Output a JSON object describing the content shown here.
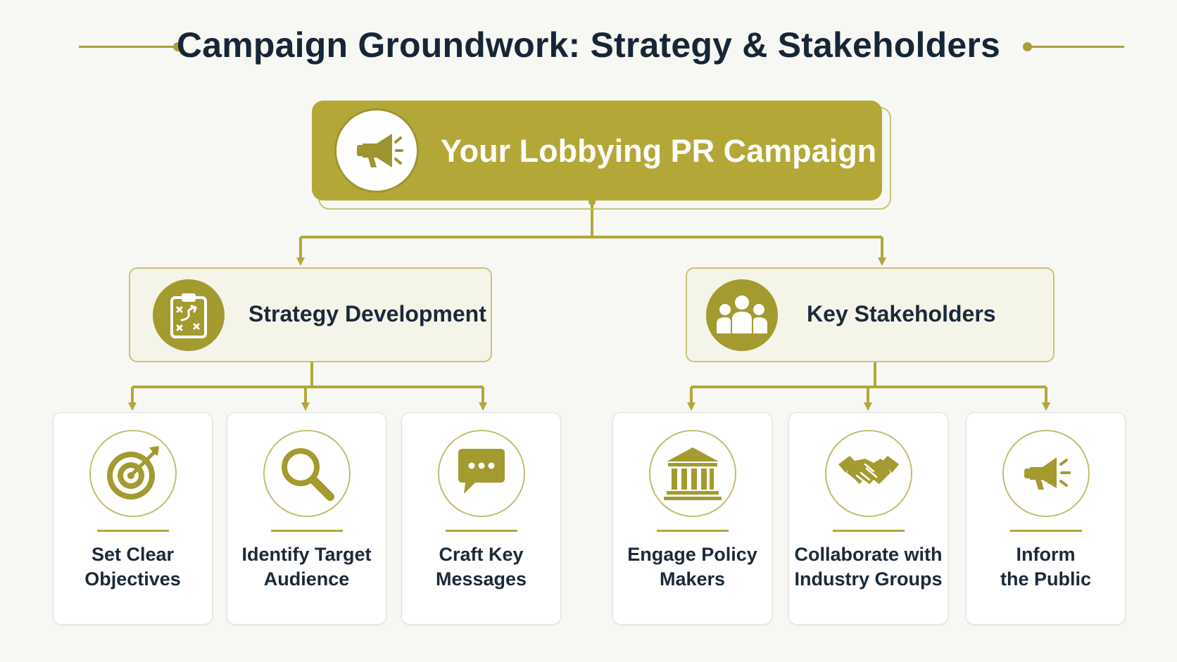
{
  "title": "Campaign Groundwork: Strategy & Stakeholders",
  "colors": {
    "accent": "#b3a837",
    "accent_dark": "#a39a30",
    "text_dark": "#162636",
    "mid_fill": "#f5f4e9",
    "background": "#f7f7f4"
  },
  "root": {
    "label": "Your Lobbying PR Campaign",
    "icon": "megaphone-icon"
  },
  "branches": [
    {
      "label": "Strategy Development",
      "icon": "clipboard-strategy-icon",
      "children": [
        {
          "label": "Set Clear\nObjectives",
          "icon": "target-icon"
        },
        {
          "label": "Identify Target\nAudience",
          "icon": "magnifier-icon"
        },
        {
          "label": "Craft Key\nMessages",
          "icon": "speech-bubble-icon"
        }
      ]
    },
    {
      "label": "Key Stakeholders",
      "icon": "people-group-icon",
      "children": [
        {
          "label": "Engage Policy\nMakers",
          "icon": "government-building-icon"
        },
        {
          "label": "Collaborate with\nIndustry Groups",
          "icon": "handshake-icon"
        },
        {
          "label": "Inform\nthe Public",
          "icon": "megaphone-icon"
        }
      ]
    }
  ]
}
